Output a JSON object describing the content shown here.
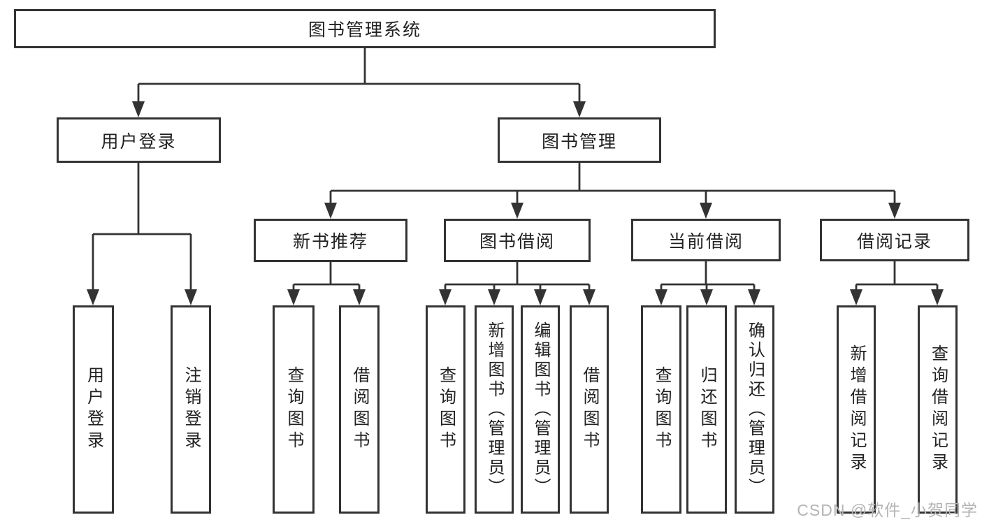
{
  "colors": {
    "line": "#333333",
    "box_border": "#333333",
    "text": "#212121",
    "background": "#ffffff",
    "watermark": "#b4b4b4"
  },
  "watermark": {
    "text": "CSDN @软件_小贺同学"
  },
  "tree": {
    "root": {
      "label": "图书管理系统",
      "children": [
        {
          "label": "用户登录",
          "children": [
            {
              "label": "用户登录"
            },
            {
              "label": "注销登录"
            }
          ]
        },
        {
          "label": "图书管理",
          "children": [
            {
              "label": "新书推荐",
              "children": [
                {
                  "label": "查询图书"
                },
                {
                  "label": "借阅图书"
                }
              ]
            },
            {
              "label": "图书借阅",
              "children": [
                {
                  "label": "查询图书"
                },
                {
                  "label": "新增图书（管理员）"
                },
                {
                  "label": "编辑图书（管理员）"
                },
                {
                  "label": "借阅图书"
                }
              ]
            },
            {
              "label": "当前借阅",
              "children": [
                {
                  "label": "查询图书"
                },
                {
                  "label": "归还图书"
                },
                {
                  "label": "确认归还（管理员）"
                }
              ]
            },
            {
              "label": "借阅记录",
              "children": [
                {
                  "label": "新增借阅记录"
                },
                {
                  "label": "查询借阅记录"
                }
              ]
            }
          ]
        }
      ]
    }
  }
}
